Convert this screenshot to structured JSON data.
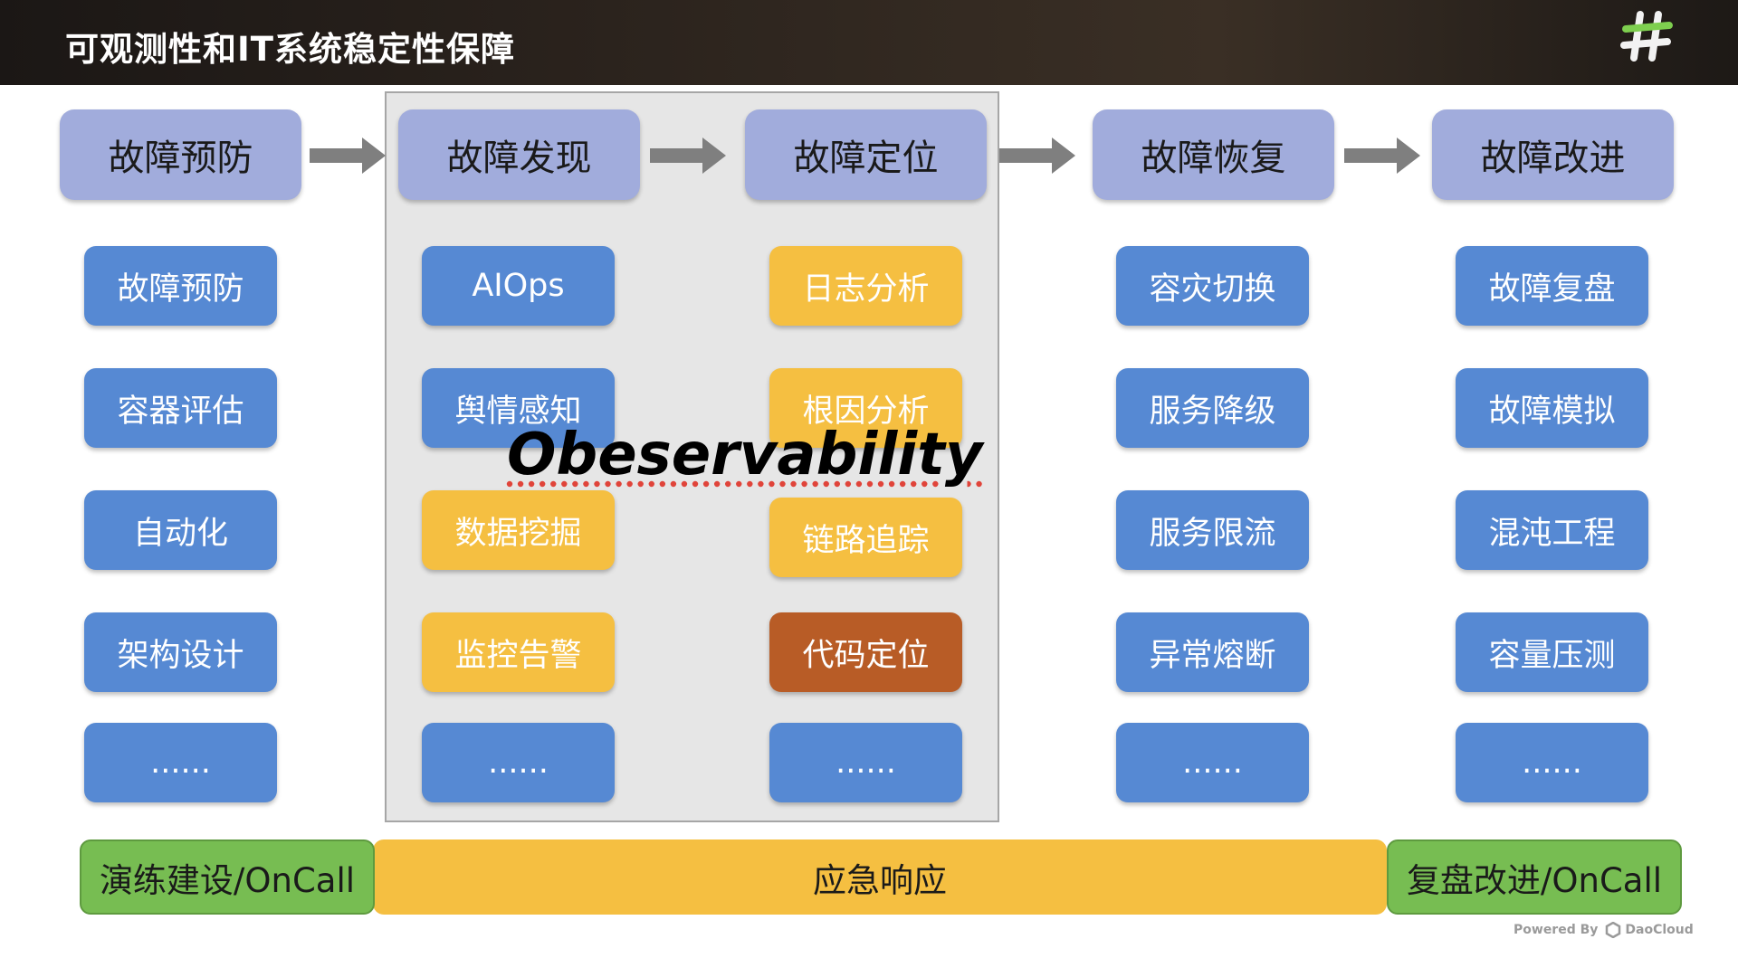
{
  "header": {
    "title": "可观测性和IT系统稳定性保障"
  },
  "stages": [
    {
      "label": "故障预防",
      "items": [
        "故障预防",
        "容器评估",
        "自动化",
        "架构设计",
        "......"
      ]
    },
    {
      "label": "故障发现",
      "items": [
        "AIOps",
        "舆情感知",
        "数据挖掘",
        "监控告警",
        "......"
      ]
    },
    {
      "label": "故障定位",
      "items": [
        "日志分析",
        "根因分析",
        "链路追踪",
        "代码定位",
        "......"
      ]
    },
    {
      "label": "故障恢复",
      "items": [
        "容灾切换",
        "服务降级",
        "服务限流",
        "异常熔断",
        "......"
      ]
    },
    {
      "label": "故障改进",
      "items": [
        "故障复盘",
        "故障模拟",
        "混沌工程",
        "容量压测",
        "......"
      ]
    }
  ],
  "overlay": {
    "text": "Obeservability"
  },
  "bottom": {
    "left": "演练建设/OnCall",
    "center": "应急响应",
    "right": "复盘改进/OnCall"
  },
  "footer": {
    "powered_by": "Powered By",
    "brand": "DaoCloud"
  },
  "colors": {
    "stage": "#a1acdc",
    "blue": "#5689d3",
    "yellow": "#f5bf41",
    "orange": "#b85c26",
    "green": "#77bd52",
    "panel": "#e6e6e6"
  },
  "icons": {
    "logo": "hash-logo-icon",
    "arrow": "right-arrow-icon",
    "brand": "daocloud-icon"
  }
}
